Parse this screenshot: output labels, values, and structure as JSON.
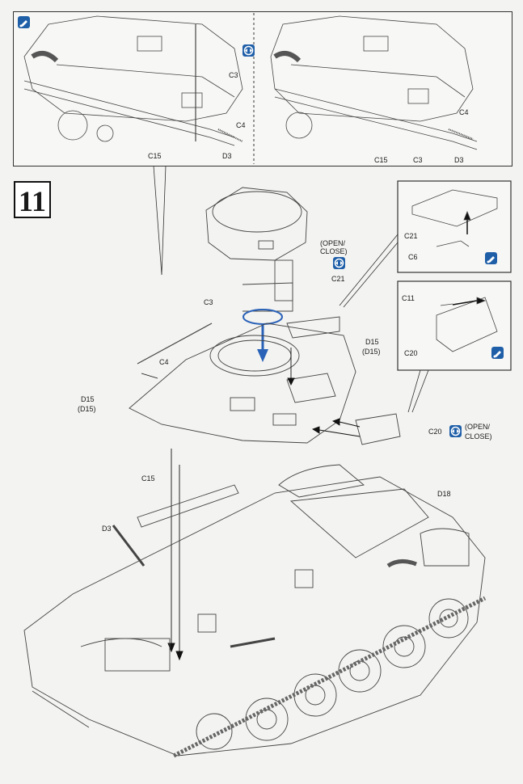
{
  "step": {
    "number": "11"
  },
  "top_left_inset": {
    "labels": [
      "C3",
      "C4",
      "D3",
      "C15"
    ]
  },
  "top_right_inset": {
    "labels": [
      "C4",
      "C15",
      "C3",
      "D3"
    ]
  },
  "detail_c21": {
    "labels": [
      "C21",
      "C6"
    ]
  },
  "detail_c20": {
    "labels": [
      "C11",
      "C20"
    ]
  },
  "main": {
    "open_close_1": "(OPEN/",
    "open_close_2": "CLOSE)",
    "c21": "C21",
    "c3": "C3",
    "c4": "C4",
    "d15_a": "D15",
    "d15_b": "(D15)",
    "d15_left_a": "D15",
    "d15_left_b": "(D15)",
    "c20": "C20",
    "c20_open": "(OPEN/",
    "c20_close": "CLOSE)",
    "c15": "C15",
    "d3": "D3",
    "d18": "D18"
  },
  "colors": {
    "badge": "#1f5fa8",
    "arrow": "#2a62b8"
  }
}
